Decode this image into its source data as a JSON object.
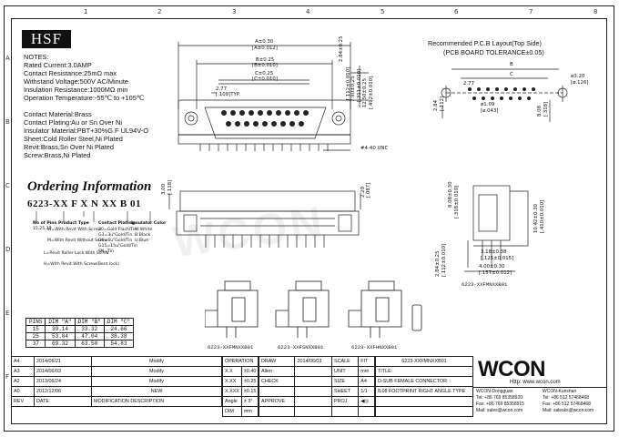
{
  "logo_box": "HSF",
  "notes": {
    "title": "NOTES:",
    "lines": [
      "Rated Current:3.0AMP",
      "Contact Resistance:25mΩ max",
      "Withstand Voltage:500V AC/Minute",
      "Insulation Resistance:1000MΩ min",
      "Operation Temperature:-55℃ to +105℃"
    ],
    "materials": [
      "Contact Material:Brass",
      "Contact Plating:Au or Sn Over Ni",
      "Insulator Material:PBT+30%G.F UL94V-O",
      "Sheet:Cold Roller Steel,Ni Plated",
      "Revit:Brass,Sn Over Ni Plated",
      "Screw:Brass,Ni Plated"
    ]
  },
  "ordering": {
    "title": "Ordering Information",
    "part_code": "6223-XX F X N XX B 01",
    "no_of_pins_label": "No of Pins",
    "no_of_pins_values": "15,25,37",
    "product_type_label": "Product Type",
    "product_types": [
      "W=With Revit With Screw",
      "M=With Revit Without Screw",
      "L=Revit Roller Lock With Screw",
      "H=With Revit With Screw(Bent lock)"
    ],
    "contact_plating_label": "Contact Plating",
    "contact_platings": [
      "30=Gold Flash/Tin",
      "G3=3u\"Gold/Tin",
      "G6=6u\"Gold/Tin",
      "G15=15u\"Gold/Tin",
      "SN=Tin"
    ],
    "insulator_color_label": "Insulator Color",
    "insulator_colors": [
      "W:White",
      "B:Black",
      "U:Blue"
    ]
  },
  "pin_table": {
    "headers": [
      "PINS",
      "DIM \"A\"",
      "DIM \"B\"",
      "DIM \"C\""
    ],
    "rows": [
      [
        "15",
        "39.14",
        "33.32",
        "24.66"
      ],
      [
        "25",
        "53.04",
        "47.04",
        "38.38"
      ],
      [
        "37",
        "69.32",
        "63.50",
        "54.83"
      ]
    ]
  },
  "dimensions": {
    "a": "A±0.30",
    "a_in": "[A±0.012]",
    "b": "B±0.25",
    "b_in": "[B±0.010]",
    "c": "C±0.25",
    "c_in": "[C±0.010]",
    "d1": "2.77",
    "d1_in": "[.109]TYP.",
    "d2": "2.84±0.25",
    "d2_in": "[.112±0.010]",
    "d3": "7.90±0.25",
    "d3_in": "[.311±0.010]",
    "d4": "12.50±0.25",
    "d4_in": "[.492±0.010]",
    "unc": "#4-40 UNC",
    "side1": "3.00",
    "side1_in": "[.118]",
    "side2": "2.20",
    "side2_in": "[.087]",
    "right1": "8.08±0.30",
    "right1_in": "[.318±0.010]",
    "right2": "10.42±0.30",
    "right2_in": "[.410±0.010]",
    "right3": "2.84±0.25",
    "right3_in": "[.112±0.010]",
    "right4": "3.18±0.38",
    "right4_in": "[.125±0.015]",
    "right5": "4.00±0.30",
    "right5_in": "[.157±0.012]",
    "right_part": "6223-XXFMNXXB01"
  },
  "pcb": {
    "title": "Recommended P.C.B Layout(Top Side)",
    "subtitle": "(PCB BOARD TOLERANCE±0.05)",
    "d_b": "B",
    "d_c": "C",
    "d_277": "2.77",
    "d_320": "ø3.20",
    "d_320_in": "[ø.126]",
    "d_284": "2.84",
    "d_284_in": "[.112]",
    "d_109": "ø1.09",
    "d_109_in": "[ø.043]",
    "d_808": "8.08",
    "d_808_in": "[.318]"
  },
  "variants": [
    "6223-XXFMNXXB01",
    "6223-XXFSNXXB01",
    "6223-XXFHNXXB01"
  ],
  "revisions": [
    {
      "rev": "A4",
      "date": "2014/06/21",
      "desc": "Modify"
    },
    {
      "rev": "A3",
      "date": "2014/06/03",
      "desc": "Modify"
    },
    {
      "rev": "A2",
      "date": "2013/06/24",
      "desc": "Modify"
    },
    {
      "rev": "A0",
      "date": "2012/12/06",
      "desc": "NEW"
    }
  ],
  "rev_headers": {
    "rev": "REV",
    "date": "DATE",
    "desc": "MODIFICATION DESCRIPTION"
  },
  "tolerance": {
    "operation": "OPERATION",
    "x": "X.X",
    "x_val": "±0.40",
    "xx": "X.XX",
    "xx_val": "±0.25",
    "xxx": "X.XXX",
    "xxx_val": "±0.15",
    "angle": "Angle",
    "angle_val": "± 3°",
    "dim": "DIM",
    "mm": "mm"
  },
  "title_block": {
    "draw_label": "DRAW",
    "draw_name": "Allen",
    "draw_date": "2014/06/03",
    "scale_label": "SCALE",
    "scale_val": "FIT",
    "check_label": "CHECK",
    "unit_label": "UNIT",
    "unit_val": "mm",
    "size_label": "SIZE",
    "size_val": "A4",
    "approve_label": "APPROVE",
    "sheet_label": "SHEET",
    "sheet_val": "1/1",
    "proj_label": "PROJ.",
    "title_label": "TITLE:",
    "title_line1": "D-SUB FEMALE CONNECTOR",
    "title_line2": "8.08 FOOTPRINT RIGHT ANGLE TYPE",
    "part_no": "6223-XXFMNXXB01"
  },
  "company": {
    "logo": "WCON",
    "http": "Http: www.wcon.com",
    "left_name": "WCON-Dongguan",
    "left_tel": "Tel: +86 769 85358920",
    "left_fax": "Fax: +86 769 85358915",
    "left_mail": "Mail: sales@wcon.com",
    "right_name": "WCON-Kunshan",
    "right_tel": "Tel: +86 512 57468468",
    "right_fax": "Fax: +86 512 57468468",
    "right_mail": "Mail: salesks@wcon.com"
  },
  "watermark": "WCON",
  "zones_top": [
    "1",
    "2",
    "3",
    "4",
    "5",
    "6",
    "7",
    "8"
  ],
  "zones_side": [
    "A",
    "B",
    "C",
    "D",
    "E",
    "F"
  ]
}
